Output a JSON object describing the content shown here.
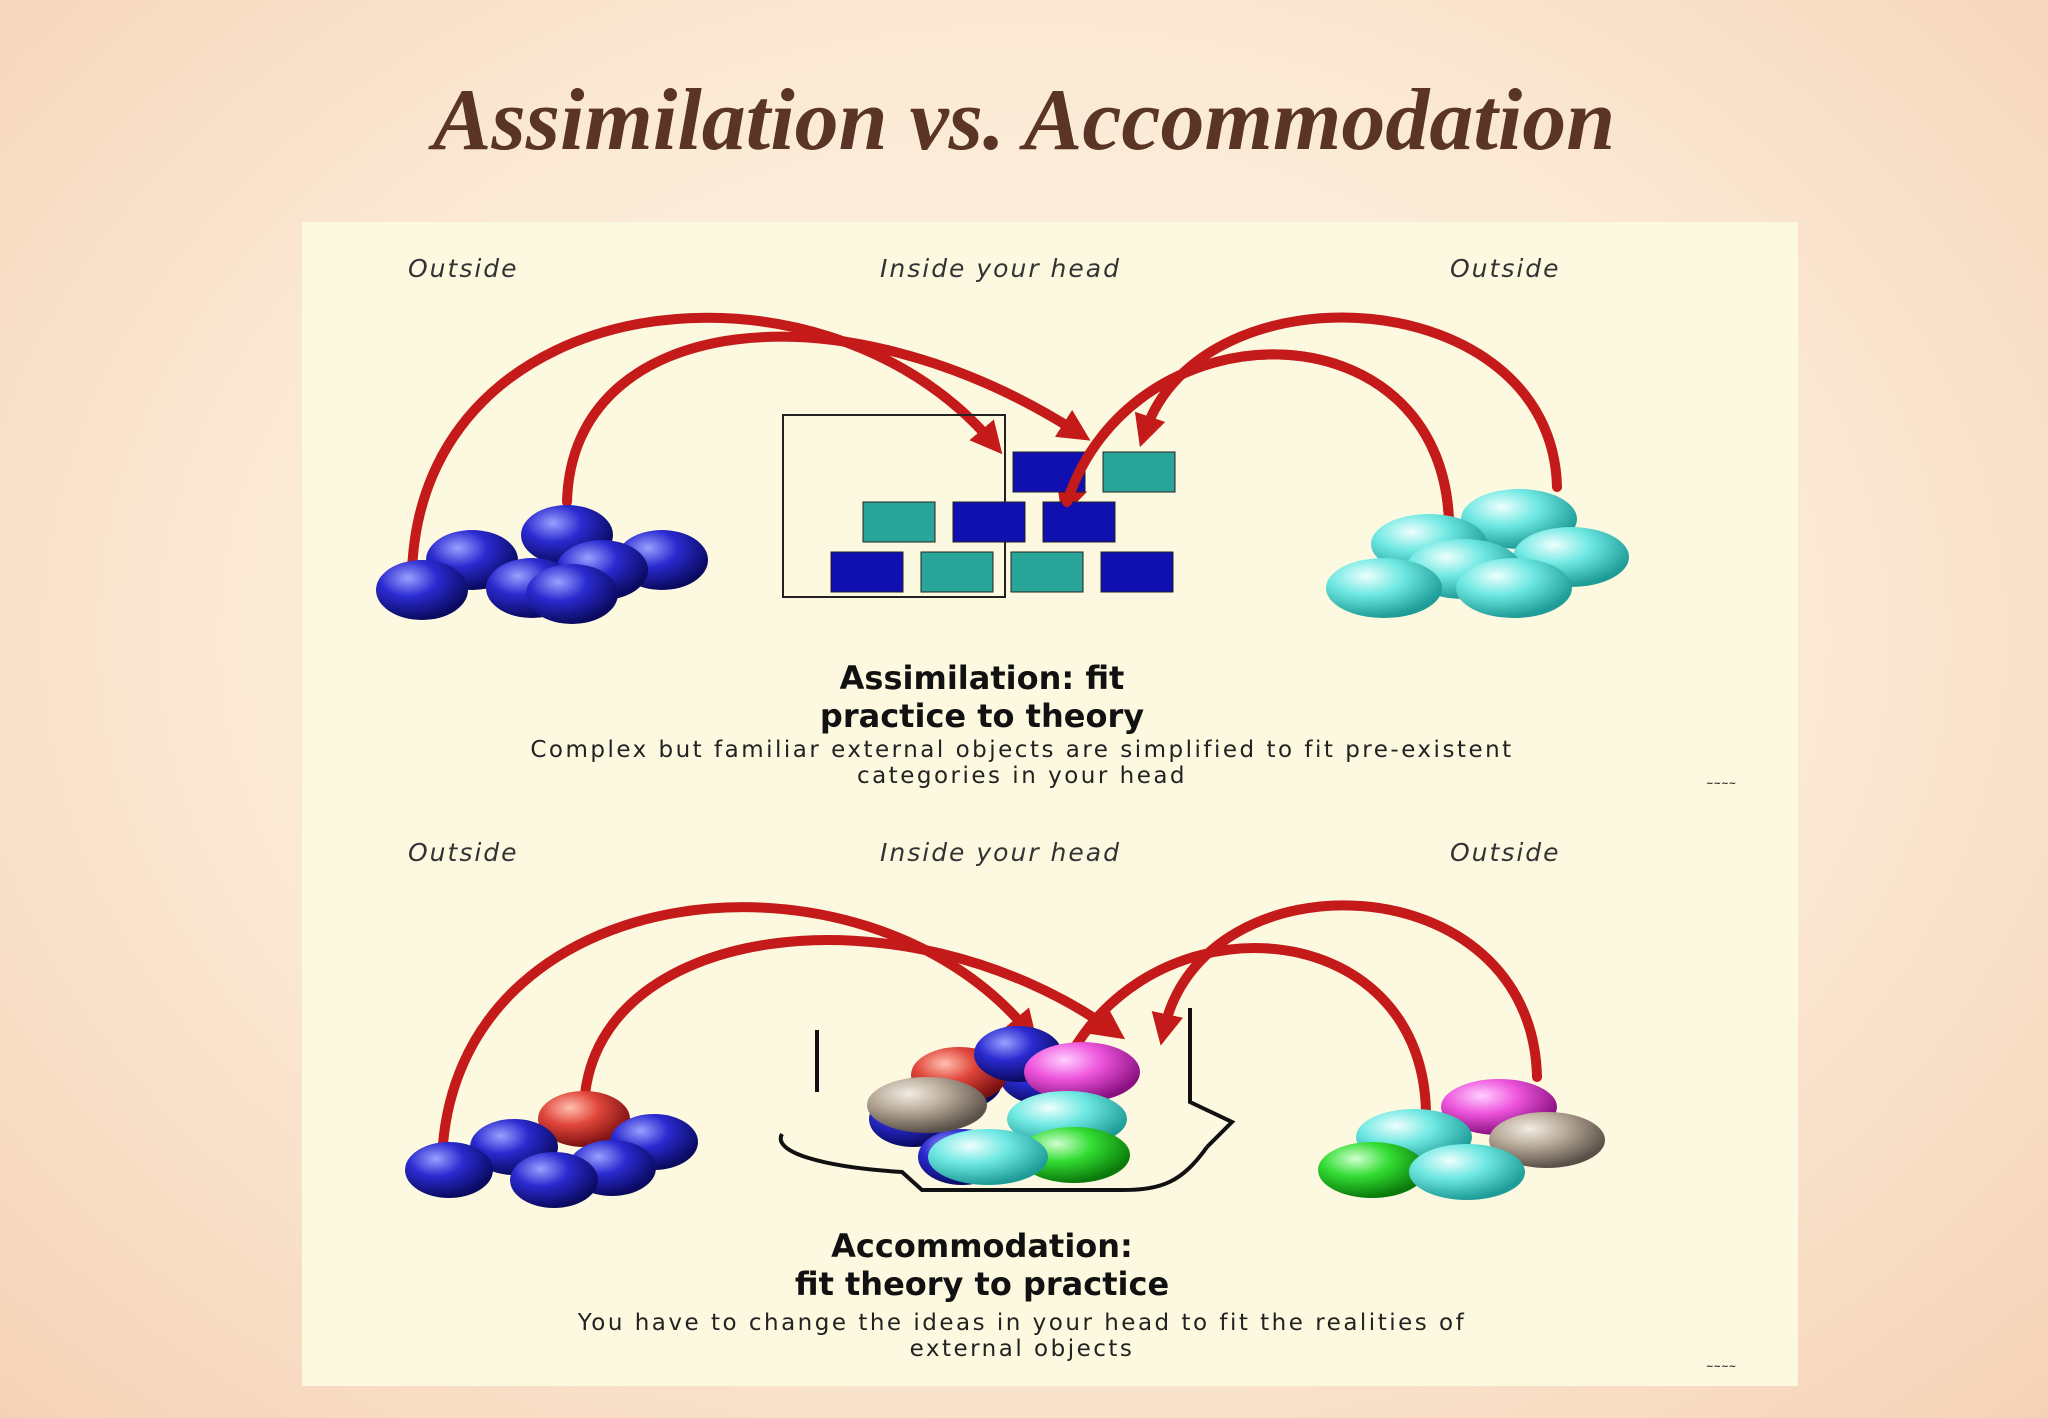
{
  "title": "Assimilation vs. Accommodation",
  "assimilation": {
    "label_left": "Outside",
    "label_center": "Inside your head",
    "label_right": "Outside",
    "heading_line1": "Assimilation: fit",
    "heading_line2": "practice to theory",
    "desc_line1": "Complex but familiar external objects are simplified to fit pre-existent",
    "desc_line2": "categories in your head"
  },
  "accommodation": {
    "label_left": "Outside",
    "label_center": "Inside your head",
    "label_right": "Outside",
    "heading_line1": "Accommodation:",
    "heading_line2": "fit theory to practice",
    "desc_line1": "You have to change the ideas in your head to fit the realities of",
    "desc_line2": "external objects"
  },
  "colors": {
    "title": "#5a3424",
    "arrow": "#c41a1a",
    "blue": "#1a1ab0",
    "teal": "#2aa59a",
    "cyan": "#66e6e0",
    "red": "#e0453a",
    "magenta": "#ee55dd",
    "green": "#33dd33",
    "tan": "#b8aa98"
  }
}
